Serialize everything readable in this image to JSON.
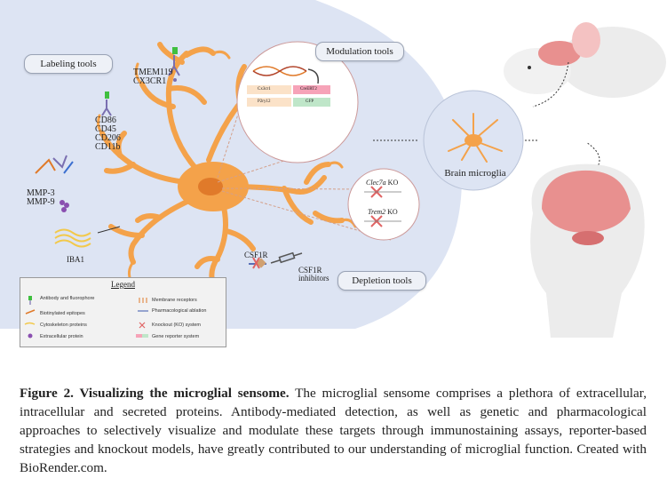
{
  "figure": {
    "labeling_tools": "Labeling tools",
    "modulation_tools": "Modulation tools",
    "depletion_tools": "Depletion tools",
    "brain_microglia": "Brain microglia",
    "markers_top": [
      "TMEM119",
      "CX3CR1"
    ],
    "markers_left": [
      "CD86",
      "CD45",
      "CD206",
      "CD11b"
    ],
    "markers_mmp": [
      "MMP-3",
      "MMP-9"
    ],
    "iba1": "IBA1",
    "csf1r": "CSF1R",
    "csf1r_inhibitors": [
      "CSF1R",
      "inhibitors"
    ],
    "ko_items": [
      {
        "gene": "Clec7a",
        "suffix": " KO"
      },
      {
        "gene": "Trem2",
        "suffix": " KO"
      }
    ],
    "reporter_boxes": [
      "Cx3cr1",
      "CreERT2",
      "P2ry12",
      "GFP"
    ],
    "legend": {
      "title": "Legend",
      "items": [
        "Antibody and fluorophore",
        "Biotinylated epitopes",
        "Cytoskeleton proteins",
        "Extracellular protein",
        "Membrane receptors",
        "Pharmacological ablation",
        "Knockout (KO) system",
        "Gene reporter system"
      ]
    },
    "colors": {
      "background_circle": "#dce3f2",
      "cell_body": "#f7a84a",
      "cell_nucleus": "#e07a2a",
      "brain": "#e8908f"
    }
  },
  "caption": {
    "label": "Figure 2. Visualizing the microglial sensome.",
    "text": " The microglial sensome comprises a plethora of extracellular, intracellular and secreted proteins. Antibody-mediated detection, as well as genetic and pharmacological approaches to selectively visualize and modulate these targets through immunostaining assays, reporter-based strategies and knockout models, have greatly contributed to our understanding of microglial function. Created with BioRender.com."
  }
}
